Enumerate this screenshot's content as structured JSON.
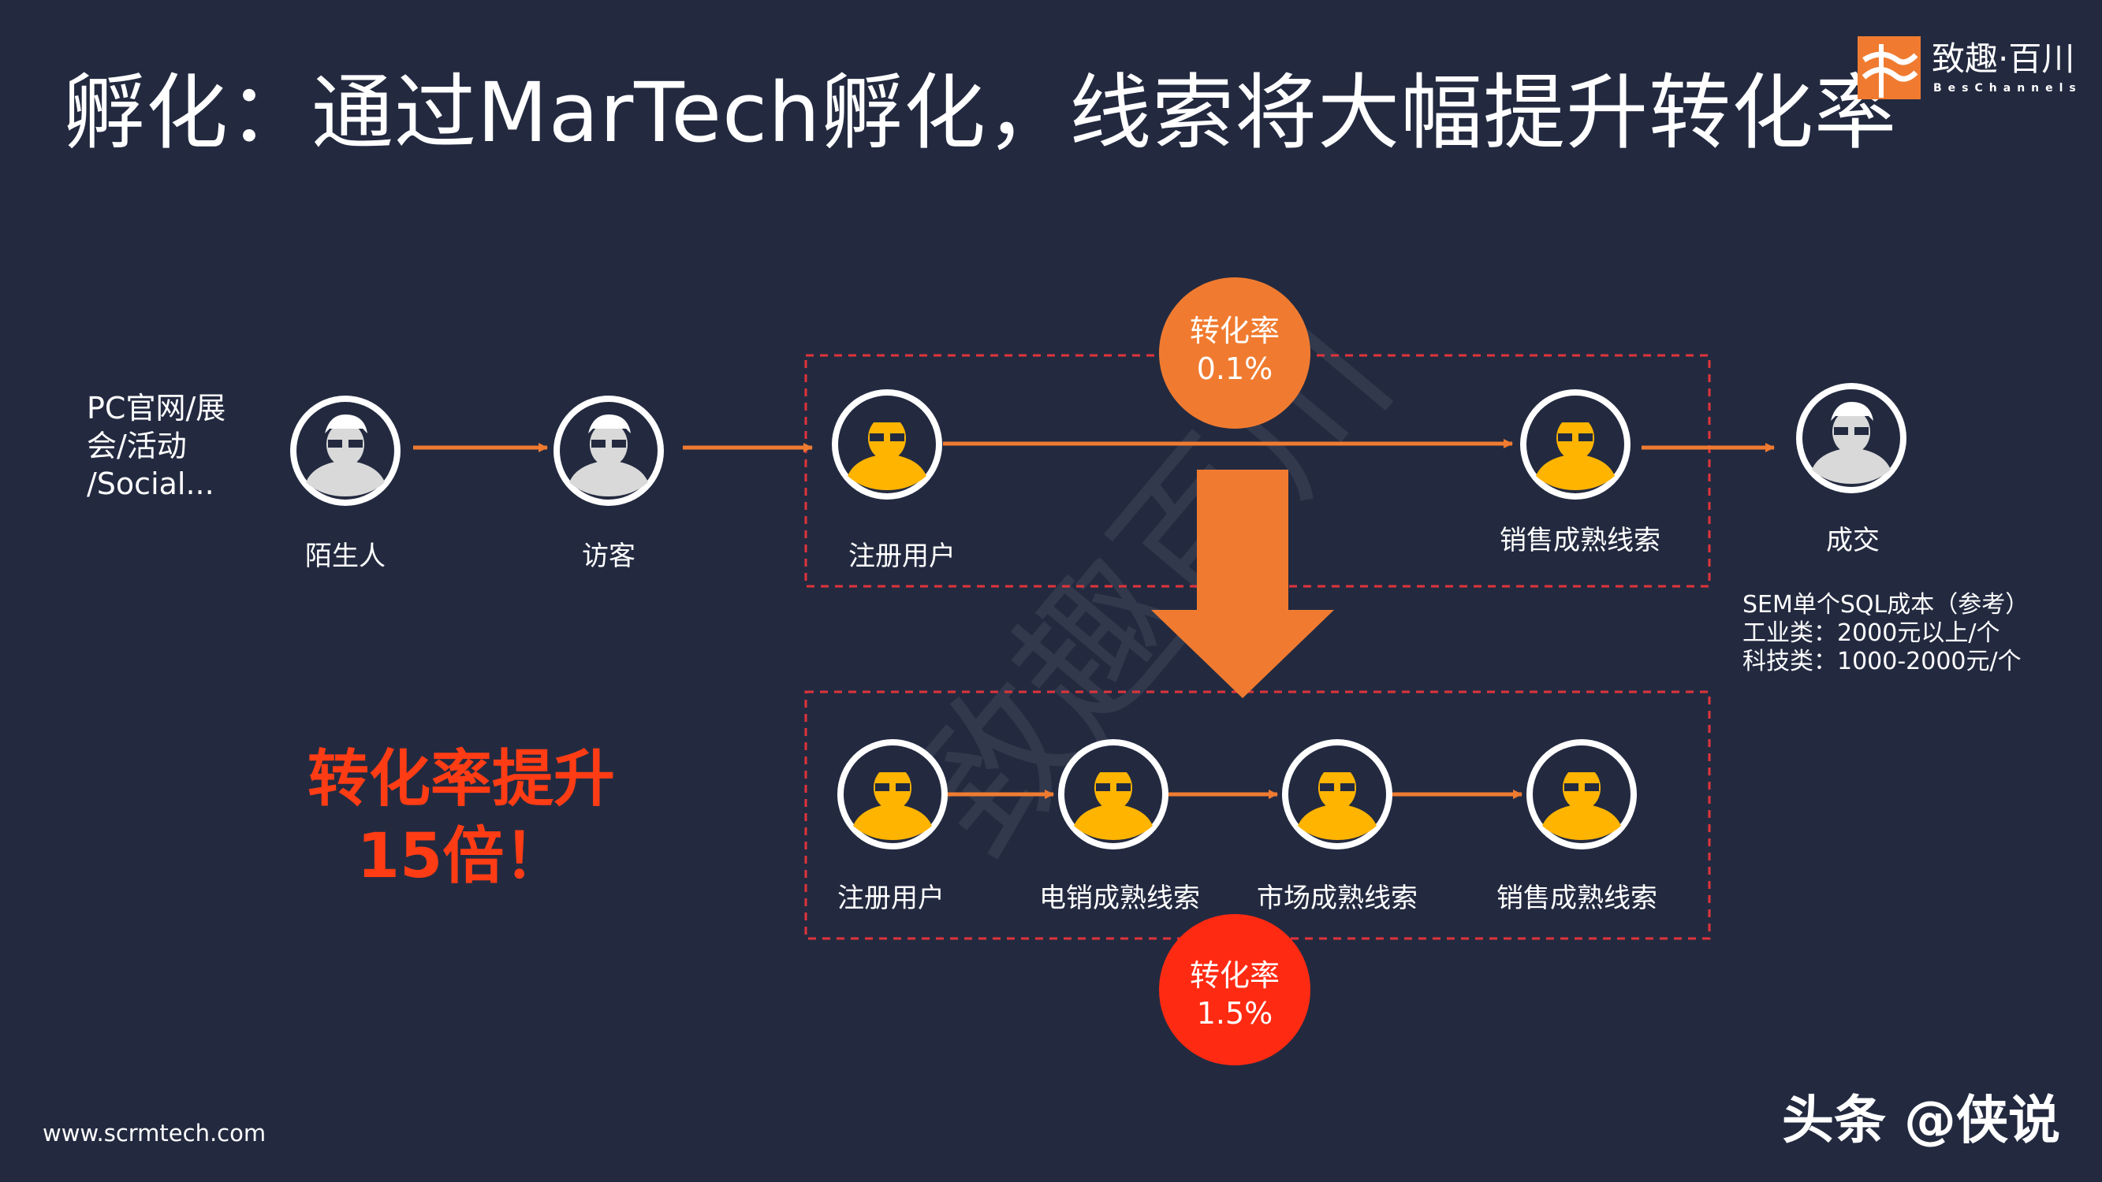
{
  "slide": {
    "title": "孵化：通过MarTech孵化，线索将大幅提升转化率",
    "website": "www.scrmtech.com",
    "platform_watermark": "头条 @侠说",
    "background_watermark": "致趣百川"
  },
  "logo": {
    "cn": "致趣·百川",
    "en": "BesChannels"
  },
  "source": {
    "label": "PC官网/展\n会/活动\n/Social..."
  },
  "before_flow": {
    "nodes": [
      {
        "label": "陌生人",
        "style": "gray"
      },
      {
        "label": "访客",
        "style": "gray"
      },
      {
        "label": "注册用户",
        "style": "yellow"
      },
      {
        "label": "销售成熟线索",
        "style": "yellow"
      },
      {
        "label": "成交",
        "style": "gray"
      }
    ],
    "rate_badge": {
      "line1": "转化率",
      "line2": "0.1%"
    }
  },
  "after_flow": {
    "nodes": [
      {
        "label": "注册用户",
        "style": "yellow"
      },
      {
        "label": "电销成熟线索",
        "style": "yellow"
      },
      {
        "label": "市场成熟线索",
        "style": "yellow"
      },
      {
        "label": "销售成熟线索",
        "style": "yellow"
      }
    ],
    "rate_badge": {
      "line1": "转化率",
      "line2": "1.5%"
    }
  },
  "uplift": {
    "line1": "转化率提升",
    "line2": "15倍！"
  },
  "sem_note": {
    "line1": "SEM单个SQL成本（参考）",
    "line2": "工业类：2000元以上/个",
    "line3": "科技类：1000-2000元/个"
  },
  "colors": {
    "background": "#232a40",
    "accent_orange": "#f07b30",
    "badge_red": "#ff2a12",
    "uplift_red": "#ff3c14",
    "box_dash": "#e0343a",
    "avatar_yellow": "#ffb400",
    "avatar_gray": "#d9d9d9"
  },
  "icons": {
    "avatar": "person-with-glasses-icon",
    "down_arrow": "big-down-arrow-icon"
  }
}
